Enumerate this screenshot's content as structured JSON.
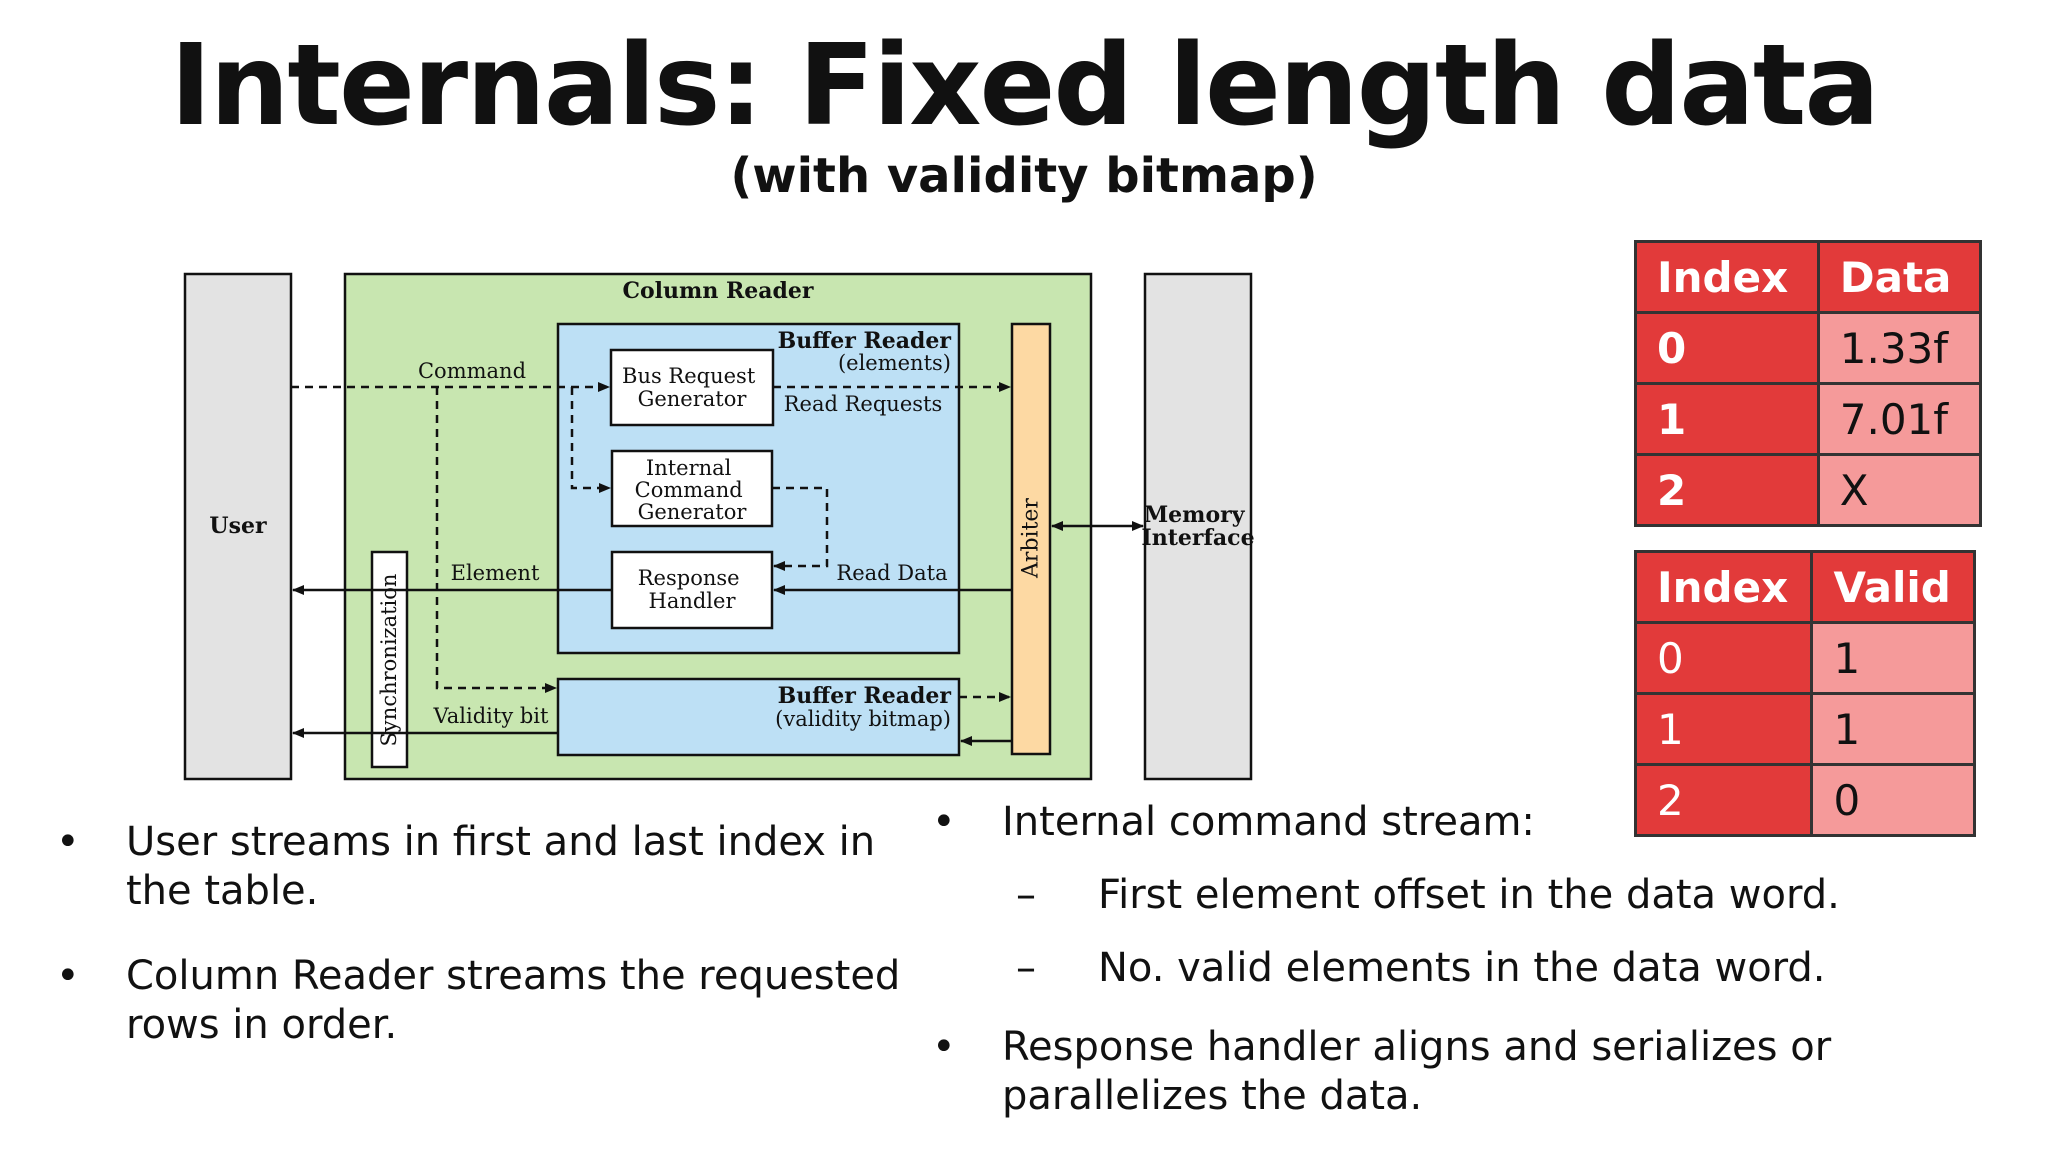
{
  "slide": {
    "title": "Internals: Fixed length data",
    "subtitle": "(with validity bitmap)"
  },
  "diagram": {
    "user": "User",
    "column_reader": "Column Reader",
    "buffer_reader_elements_title": "Buffer Reader",
    "buffer_reader_elements_sub": "(elements)",
    "buffer_reader_validity_title": "Buffer Reader",
    "buffer_reader_validity_sub": "(validity bitmap)",
    "bus_request_generator": [
      "Bus Request",
      "Generator"
    ],
    "internal_command_generator": [
      "Internal",
      "Command",
      "Generator"
    ],
    "response_handler": [
      "Response",
      "Handler"
    ],
    "arbiter": "Arbiter",
    "synchronization": "Synchronization",
    "memory_interface": [
      "Memory",
      "Interface"
    ],
    "command": "Command",
    "element": "Element",
    "validity_bit": "Validity bit",
    "read_requests": "Read Requests",
    "read_data": "Read Data",
    "colors": {
      "column_reader_fill": "#c8e6b0",
      "buffer_reader_fill": "#bde0f5",
      "arbiter_fill": "#fdd9a3",
      "side_box_fill": "#e3e3e3"
    }
  },
  "data_table": {
    "headers": [
      "Index",
      "Data"
    ],
    "rows": [
      [
        "0",
        "1.33f"
      ],
      [
        "1",
        "7.01f"
      ],
      [
        "2",
        "X"
      ]
    ]
  },
  "valid_table": {
    "headers": [
      "Index",
      "Valid"
    ],
    "rows": [
      [
        "0",
        "1"
      ],
      [
        "1",
        "1"
      ],
      [
        "2",
        "0"
      ]
    ]
  },
  "bullets_left": [
    "User streams in first and last index in the table.",
    "Column Reader streams the requested rows in order."
  ],
  "bullets_right": {
    "item1": "Internal command stream:",
    "sub1": "First element offset in the data word.",
    "sub2": "No. valid elements in the data word.",
    "item2": "Response handler aligns and serializes or parallelizes the data."
  },
  "table_colors": {
    "header": "#e23a3a",
    "key": "#e23a3a",
    "value": "#f59a9a"
  }
}
